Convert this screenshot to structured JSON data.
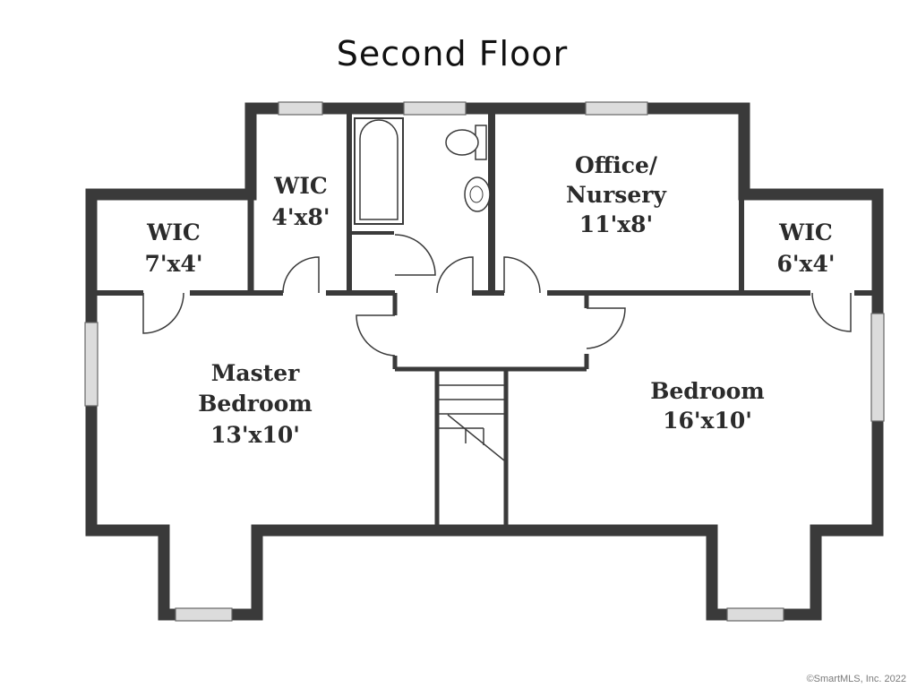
{
  "title": "Second Floor",
  "colors": {
    "wall": "#3a3a3a",
    "background": "#ffffff",
    "text": "#2b2b2b",
    "window": "#dcdcdc"
  },
  "rooms": {
    "wic_left": {
      "name": "WIC",
      "size": "7'x4'"
    },
    "wic_middle": {
      "name": "WIC",
      "size": "4'x8'"
    },
    "office": {
      "name_line1": "Office/",
      "name_line2": "Nursery",
      "size": "11'x8'"
    },
    "wic_right": {
      "name": "WIC",
      "size": "6'x4'"
    },
    "master": {
      "name_line1": "Master",
      "name_line2": "Bedroom",
      "size": "13'x10'"
    },
    "bedroom": {
      "name": "Bedroom",
      "size": "16'x10'"
    }
  },
  "copyright": "©SmartMLS, Inc.  2022"
}
